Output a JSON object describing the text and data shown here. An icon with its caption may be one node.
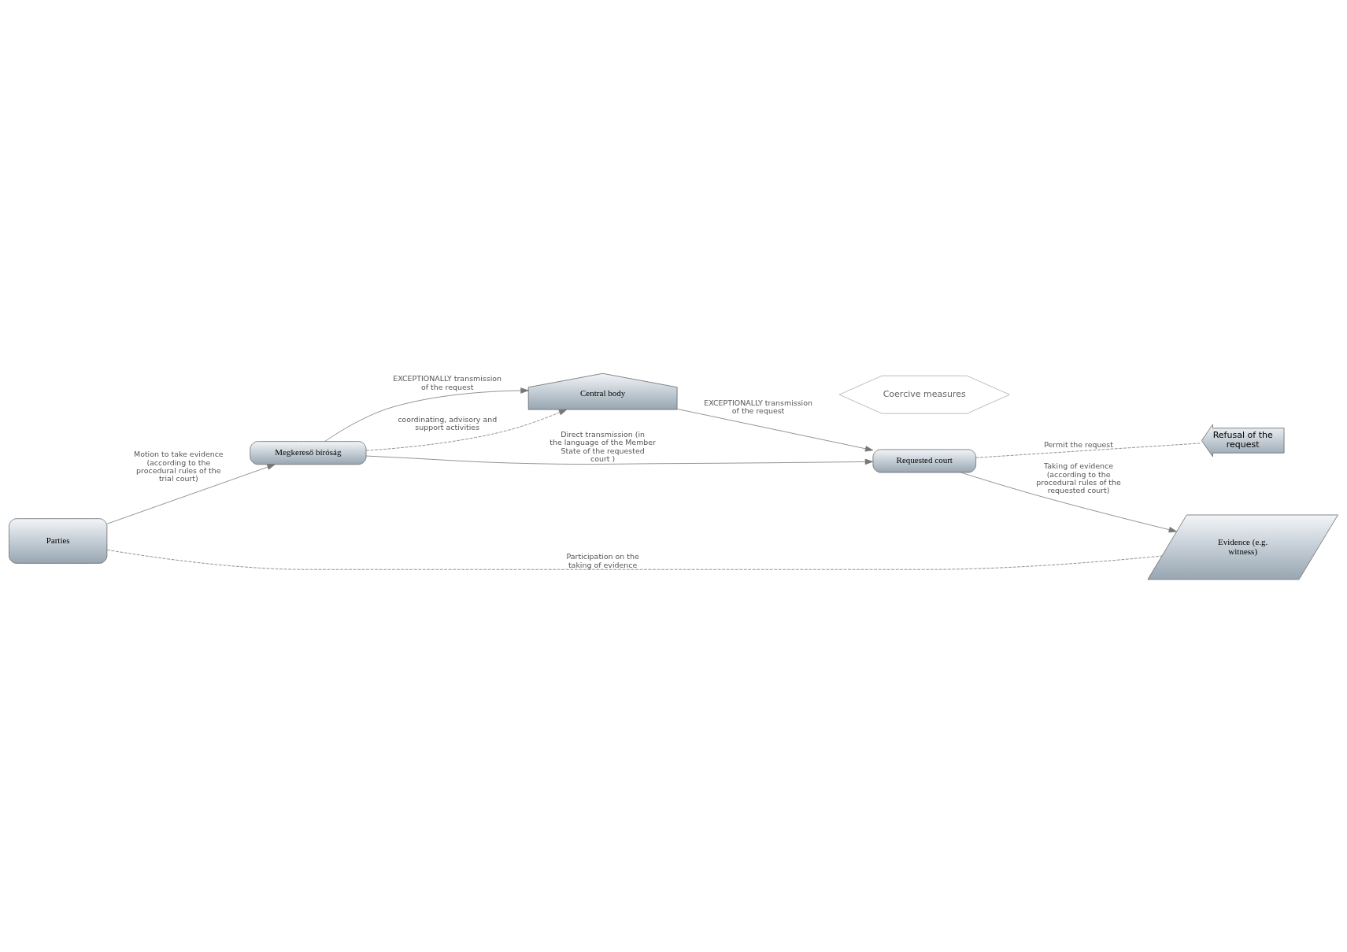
{
  "diagram": {
    "nodes": [
      {
        "text": [
          "Megkereső bíróság"
        ]
      },
      {
        "text": [
          "Central body"
        ]
      },
      {
        "text": [
          "Requested court"
        ]
      },
      {
        "text": [
          "Refusal of the request"
        ]
      },
      {
        "text": [
          "Parties"
        ]
      },
      {
        "text": [
          "Coercive measures"
        ]
      },
      {
        "text": [
          "Evidence (e.g. witness)"
        ]
      }
    ],
    "edges": [
      {
        "from": 0,
        "to": 1,
        "arrow": "to",
        "label": "EXCEPTIONALLY transmission of the request"
      },
      {
        "from": 0,
        "to": 1,
        "arrow": "to",
        "style": "dashed",
        "label": "coordinating, advisory and support activities"
      },
      {
        "from": 1,
        "to": 2,
        "arrow": "to",
        "label": "EXCEPTIONALLY transmission of the request"
      },
      {
        "from": 0,
        "to": 2,
        "arrow": "to",
        "label": "Direct transmission (in the language of the Member State of the requested court )"
      },
      {
        "from": 2,
        "to": 3,
        "arrow": "none",
        "style": "dashed",
        "label": "Permit the request"
      },
      {
        "from": 4,
        "to": 0,
        "arrow": "to",
        "label": "Motion to take evidence (according to the procedural rules of the trial court)"
      },
      {
        "from": 2,
        "to": 6,
        "arrow": "to",
        "label": "Taking of evidence (according to the procedural rules of the requested court)"
      },
      {
        "from": 4,
        "to": 6,
        "arrow": "none",
        "style": "dashed",
        "label": "Participation on the taking of evidence"
      }
    ]
  }
}
